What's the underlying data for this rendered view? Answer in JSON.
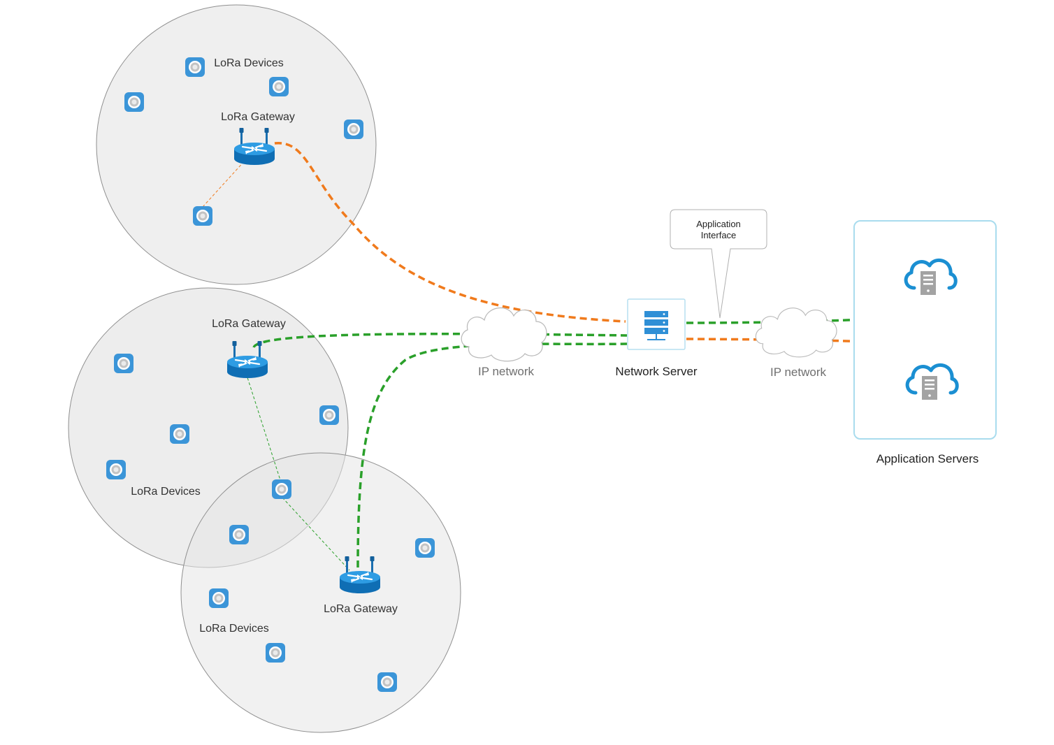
{
  "labels": {
    "cell1_devices": "LoRa Devices",
    "cell1_gateway": "LoRa Gateway",
    "cell2_gateway": "LoRa Gateway",
    "cell2_devices": "LoRa Devices",
    "cell3_gateway": "LoRa Gateway",
    "cell3_devices": "LoRa Devices",
    "ip_network_left": "IP network",
    "ip_network_right": "IP network",
    "network_server": "Network Server",
    "application_servers": "Application Servers",
    "callout_line1": "Application",
    "callout_line2": "Interface"
  },
  "colors": {
    "orange_link": "#f07a1c",
    "green_link": "#2aa02a",
    "device_blue": "#3b95d8",
    "gateway_blue": "#1a8ad0",
    "cloud_blue": "#1b8fd2",
    "server_gray": "#a3a3a3",
    "coverage_fill": "#efefef",
    "coverage_stroke": "#8f8f8f",
    "app_box_stroke": "#a9dcee"
  }
}
